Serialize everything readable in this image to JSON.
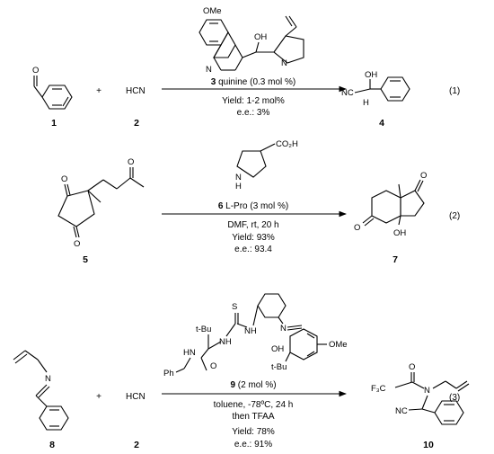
{
  "reactions": [
    {
      "eq_number": "(1)",
      "reactant1_number": "1",
      "plus": "+",
      "reactant2_formula": "HCN",
      "reactant2_number": "2",
      "catalyst_number": "3",
      "catalyst_text": " quinine (0.3 mol %)",
      "conditions": [
        "Yield: 1-2 mol%",
        "e.e.: 3%"
      ],
      "product_number": "4",
      "atoms": {
        "ome": "OMe",
        "oh_cat": "OH",
        "n_quin": "N",
        "n_cage": "N",
        "o_ald": "O",
        "oh_prod": "OH",
        "nc_prod": "NC",
        "h_prod": "H"
      }
    },
    {
      "eq_number": "(2)",
      "reactant_number": "5",
      "catalyst_number": "6",
      "catalyst_text": " L-Pro (3 mol %)",
      "conditions": [
        "DMF, rt, 20 h",
        "Yield: 93%",
        "e.e.: 93.4"
      ],
      "product_number": "7",
      "atoms": {
        "co2h": "CO₂H",
        "nh_pro": "N",
        "h_pro": "H",
        "o1": "O",
        "o2": "O",
        "o3": "O",
        "o_p1": "O",
        "o_p2": "O",
        "oh_p": "OH"
      }
    },
    {
      "eq_number": "(3)",
      "reactant1_number": "8",
      "plus": "+",
      "reactant2_formula": "HCN",
      "reactant2_number": "2",
      "catalyst_number": "9",
      "catalyst_text": " (2 mol %)",
      "conditions": [
        "toluene, -78ºC, 24 h",
        "then TFAA",
        "Yield: 78%",
        "e.e.: 91%"
      ],
      "product_number": "10",
      "atoms": {
        "n_imine": "N",
        "tbu1": "t-Bu",
        "s_thio": "S",
        "hn": "HN",
        "nh1": "NH",
        "nh2": "NH",
        "n_cat": "N",
        "o_amide": "O",
        "ph": "Ph",
        "oh_cat": "OH",
        "ome_cat": "OMe",
        "tbu2": "t-Bu",
        "f3c": "F₃C",
        "n_prod": "N",
        "o_prod": "O",
        "nc_prod": "NC"
      }
    }
  ]
}
